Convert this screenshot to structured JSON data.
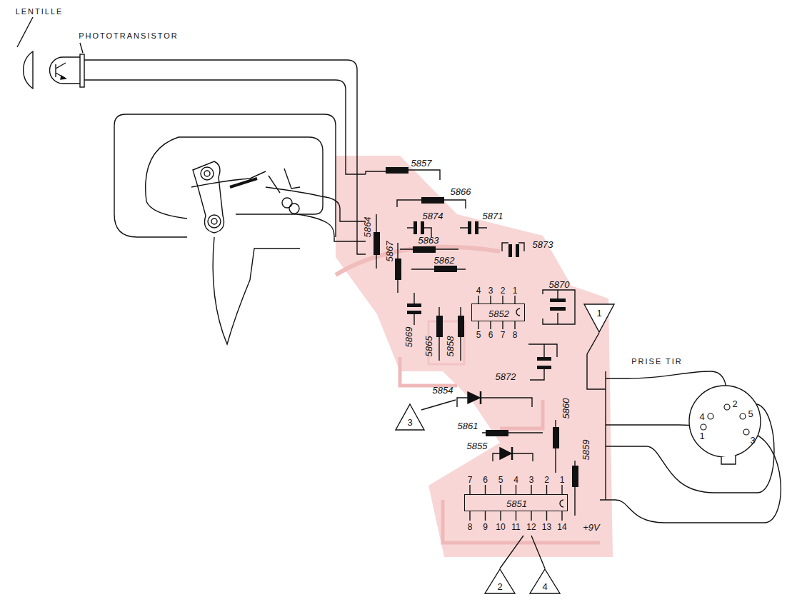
{
  "diagram": {
    "nodes": [
      {
        "text": [
          "5852"
        ]
      },
      {
        "text": [
          "5851"
        ]
      },
      {
        "text": [
          "1"
        ]
      },
      {
        "text": [
          "3"
        ]
      },
      {
        "text": [
          "2"
        ]
      },
      {
        "text": [
          "4"
        ]
      },
      {
        "text": [
          "PRISE TIR",
          "4",
          "2",
          "5",
          "1",
          "3"
        ]
      }
    ],
    "labels": [
      "LENTILLE",
      "PHOTOTRANSISTOR",
      "5857",
      "5866",
      "5864",
      "5867",
      "5874",
      "5871",
      "5863",
      "5873",
      "5862",
      "4",
      "3",
      "2",
      "1",
      "5",
      "6",
      "7",
      "8",
      "5870",
      "5869",
      "5865",
      "5858",
      "5872",
      "5854",
      "5860",
      "5861",
      "5855",
      "5859",
      "7",
      "6",
      "5",
      "4",
      "3",
      "2",
      "1",
      "8",
      "9",
      "10",
      "11",
      "12",
      "13",
      "14",
      "+9V"
    ]
  }
}
